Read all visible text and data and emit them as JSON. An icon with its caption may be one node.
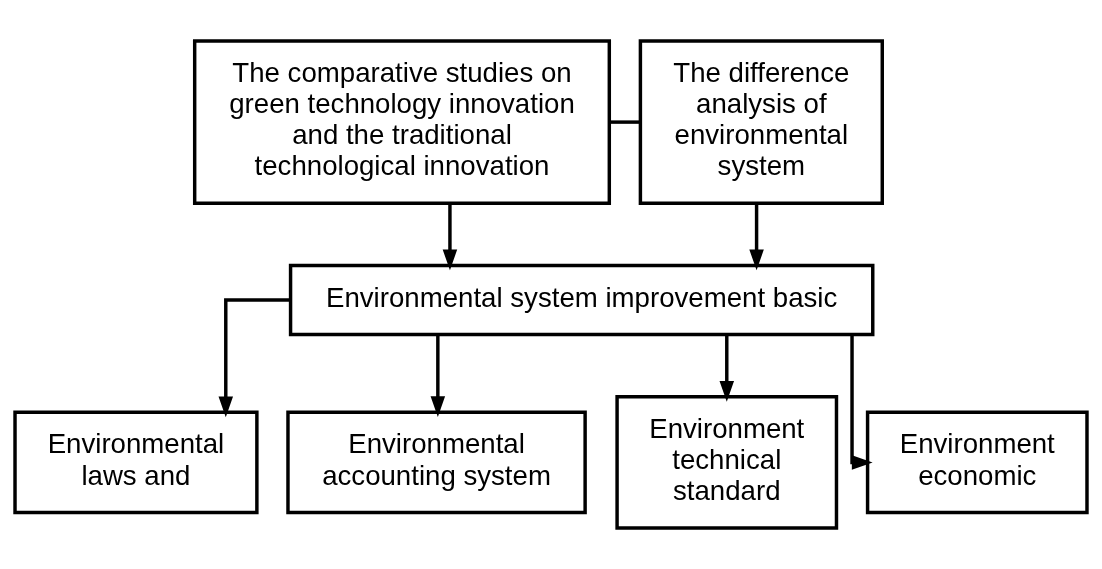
{
  "diagram": {
    "nodes": [
      {
        "text": [
          "The comparative studies on green technology innovation and the traditional technological innovation"
        ]
      },
      {
        "text": [
          "The difference analysis of environmental system"
        ]
      },
      {
        "text": [
          "Environmental system improvement basic"
        ]
      },
      {
        "text": [
          "Environmental laws and"
        ]
      },
      {
        "text": [
          "Environmental accounting system"
        ]
      },
      {
        "text": [
          "Environment technical standard"
        ]
      },
      {
        "text": [
          "Environment economic"
        ]
      }
    ],
    "edges": [
      {
        "from": 0,
        "to": 1,
        "arrow": "none"
      },
      {
        "from": 0,
        "to": 2,
        "arrow": "to"
      },
      {
        "from": 1,
        "to": 2,
        "arrow": "to"
      },
      {
        "from": 2,
        "to": 3,
        "arrow": "to"
      },
      {
        "from": 2,
        "to": 4,
        "arrow": "to"
      },
      {
        "from": 2,
        "to": 5,
        "arrow": "to"
      },
      {
        "from": 2,
        "to": 6,
        "arrow": "to"
      }
    ]
  }
}
